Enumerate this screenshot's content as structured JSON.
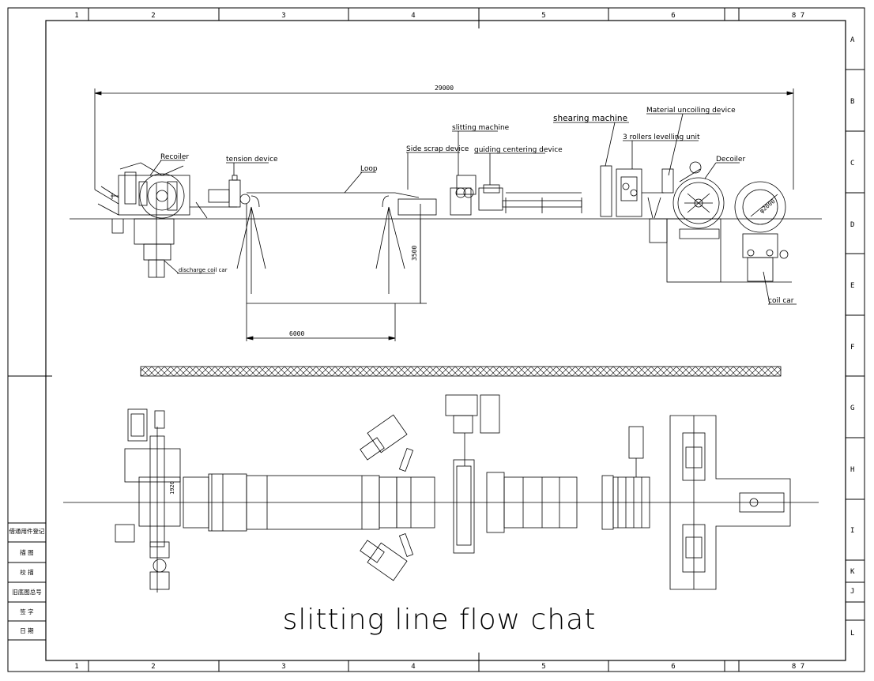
{
  "frame": {
    "top_zones": [
      "1",
      "2",
      "3",
      "4",
      "5",
      "6",
      "8 7"
    ],
    "bottom_zones": [
      "1",
      "2",
      "3",
      "4",
      "5",
      "6",
      "8 7"
    ],
    "side_zones": [
      "A",
      "B",
      "C",
      "D",
      "E",
      "F",
      "G",
      "H",
      "I",
      "K",
      "J",
      "L"
    ]
  },
  "dimensions": {
    "overall_length": "29000",
    "loop_pit_length": "6000",
    "loop_pit_depth": "3500",
    "coil_diameter": "φ2000",
    "coil_car_dim": "1920"
  },
  "labels": {
    "recoiler": "Recoiler",
    "tension_device": "tension device",
    "loop": "Loop",
    "side_scrap_device": "Side scrap device",
    "slitting_machine": "slitting machine",
    "guiding_centering_device": "guiding centering device",
    "shearing_machine": "shearing machine",
    "material_uncoiling_device": "Material uncoiling device",
    "levelling_unit": "3 rollers levelling unit",
    "decoiler": "Decoiler",
    "discharge_coil_car": "discharge coil car",
    "coil_car": "coil car"
  },
  "title_block": {
    "rows": [
      "借通用件登记",
      "描 图",
      "校 描",
      "旧底图总号",
      "签 字",
      "日 期"
    ]
  },
  "drawing_title": "slitting line flow chat"
}
